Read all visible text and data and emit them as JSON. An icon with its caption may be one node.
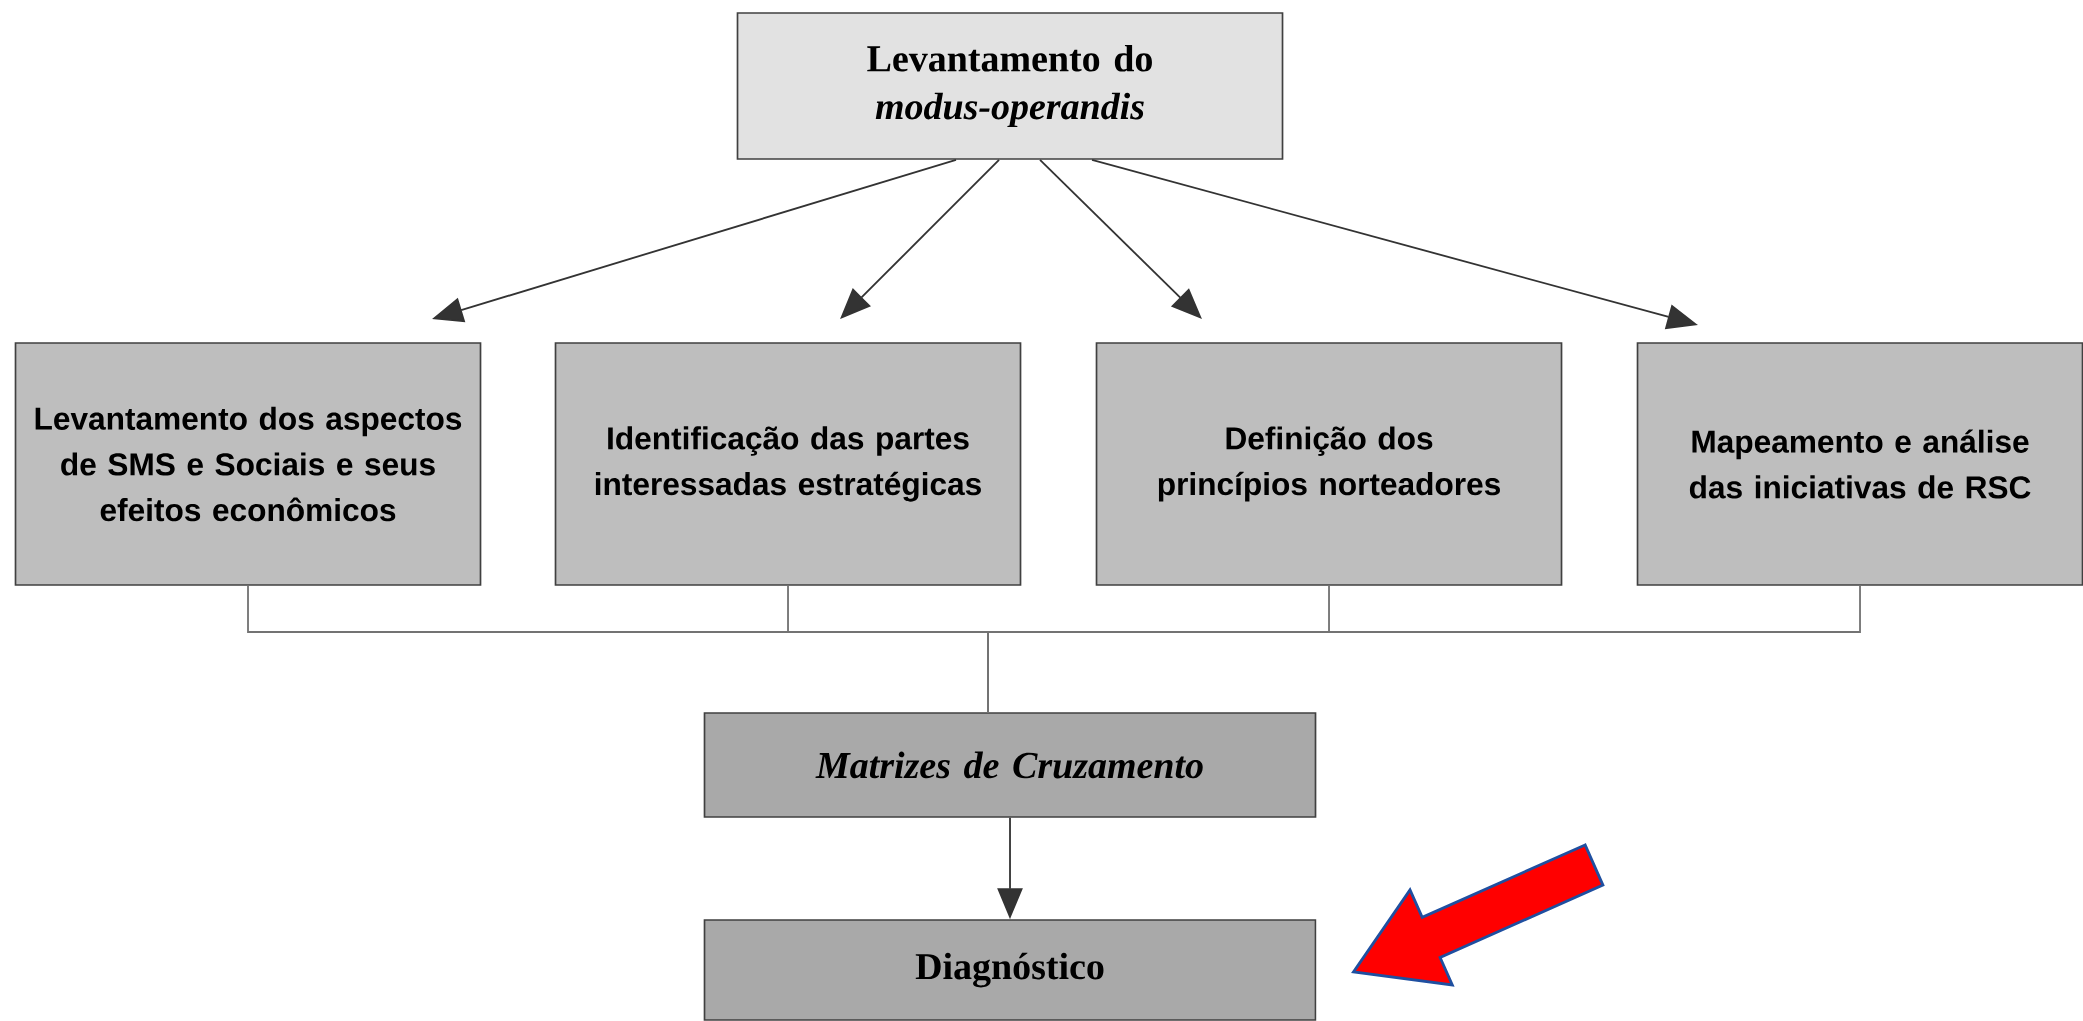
{
  "diagram": {
    "nodes": [
      {
        "text": [
          "Levantamento do *modus-operandis*"
        ]
      },
      {
        "text": [
          "Levantamento dos aspectos de SMS e Sociais e seus efeitos econômicos"
        ]
      },
      {
        "text": [
          "Identificação das partes interessadas estratégicas"
        ]
      },
      {
        "text": [
          "Definição dos princípios norteadores"
        ]
      },
      {
        "text": [
          "Mapeamento e análise das iniciativas de RSC"
        ]
      },
      {
        "text": [
          "Matrizes de Cruzamento"
        ]
      },
      {
        "text": [
          "Diagnóstico"
        ]
      }
    ],
    "edges": [
      {
        "from": 0,
        "to": 1,
        "arrow": "to"
      },
      {
        "from": 0,
        "to": 2,
        "arrow": "to"
      },
      {
        "from": 0,
        "to": 3,
        "arrow": "to"
      },
      {
        "from": 0,
        "to": 4,
        "arrow": "to"
      },
      {
        "from": 1,
        "to": 5,
        "arrow": "none"
      },
      {
        "from": 2,
        "to": 5,
        "arrow": "none"
      },
      {
        "from": 3,
        "to": 5,
        "arrow": "none"
      },
      {
        "from": 4,
        "to": 5,
        "arrow": "none"
      },
      {
        "from": 5,
        "to": 6,
        "arrow": "to"
      },
      {
        "from": null,
        "to": 6,
        "arrow": "to",
        "style": "thick",
        "color": "#ff0000"
      }
    ]
  }
}
